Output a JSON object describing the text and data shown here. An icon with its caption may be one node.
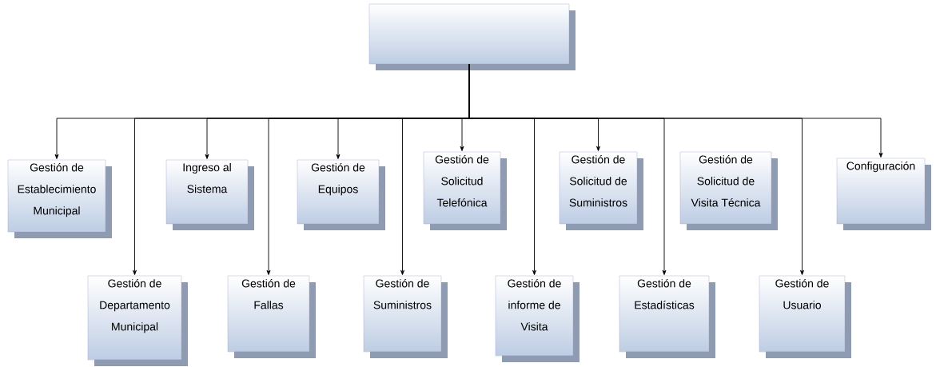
{
  "diagram": {
    "nodes": [
      {
        "text": [],
        "shape": "box"
      },
      {
        "text": [
          "Gestión de Establecimiento Municipal"
        ]
      },
      {
        "text": [
          "Ingreso al Sistema"
        ]
      },
      {
        "text": [
          "Gestión de Equipos"
        ]
      },
      {
        "text": [
          "Gestión de Solicitud Telefónica"
        ]
      },
      {
        "text": [
          "Gestión de Solicitud de Suministros"
        ]
      },
      {
        "text": [
          "Gestión de Solicitud de Visita Técnica"
        ]
      },
      {
        "text": [
          "Configuración"
        ]
      },
      {
        "text": [
          "Gestión de Departamento Municipal"
        ]
      },
      {
        "text": [
          "Gestión de Fallas"
        ]
      },
      {
        "text": [
          "Gestión de Suministros"
        ]
      },
      {
        "text": [
          "Gestión de informe de Visita"
        ]
      },
      {
        "text": [
          "Gestión de Estadísticas"
        ]
      },
      {
        "text": [
          "Gestión de Usuario"
        ]
      }
    ],
    "edges": [
      {
        "from": 0,
        "to": 1,
        "arrow": "to"
      },
      {
        "from": 0,
        "to": 8,
        "arrow": "to"
      },
      {
        "from": 0,
        "to": 2,
        "arrow": "to"
      },
      {
        "from": 0,
        "to": 9,
        "arrow": "to"
      },
      {
        "from": 0,
        "to": 3,
        "arrow": "to"
      },
      {
        "from": 0,
        "to": 10,
        "arrow": "to"
      },
      {
        "from": 0,
        "to": 4,
        "arrow": "to"
      },
      {
        "from": 0,
        "to": 5,
        "arrow": "to"
      },
      {
        "from": 0,
        "to": 11,
        "arrow": "to"
      },
      {
        "from": 0,
        "to": 12,
        "arrow": "to"
      },
      {
        "from": 0,
        "to": 13,
        "arrow": "to"
      },
      {
        "from": 0,
        "to": 7,
        "arrow": "to"
      }
    ]
  }
}
